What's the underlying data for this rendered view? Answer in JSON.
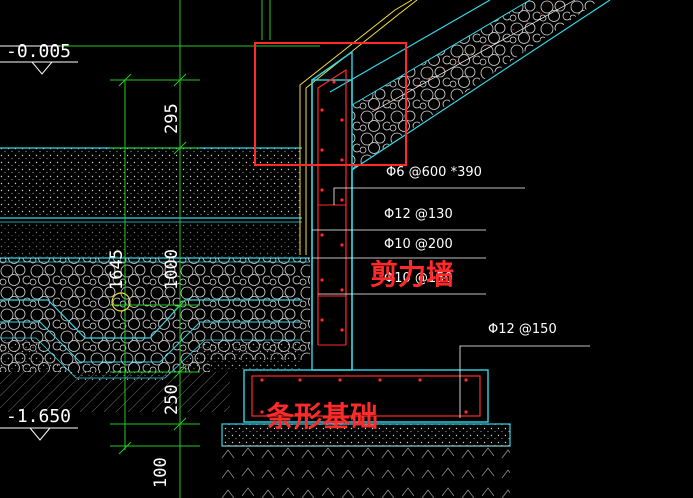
{
  "colors": {
    "background": "#000000",
    "green": "#22c822",
    "cyan": "#33d6e6",
    "white": "#ffffff",
    "red": "#ff2a2a",
    "yellow": "#f0dc3c",
    "gray": "#c8c8c8"
  },
  "elevations": {
    "top": "-0.005",
    "bottom": "-1.650"
  },
  "dimensions": {
    "d295": "295",
    "d1645": "1645",
    "d1000": "1000",
    "d250": "250",
    "d100": "100"
  },
  "rebar_notes": {
    "n1": "Φ6 @600 *390",
    "n2": "Φ12 @130",
    "n3": "Φ10 @200",
    "n4": "Φ10 @150",
    "n5": "Φ12 @150"
  },
  "labels": {
    "shear_wall": "剪力墙",
    "strip_foundation": "条形基础"
  }
}
